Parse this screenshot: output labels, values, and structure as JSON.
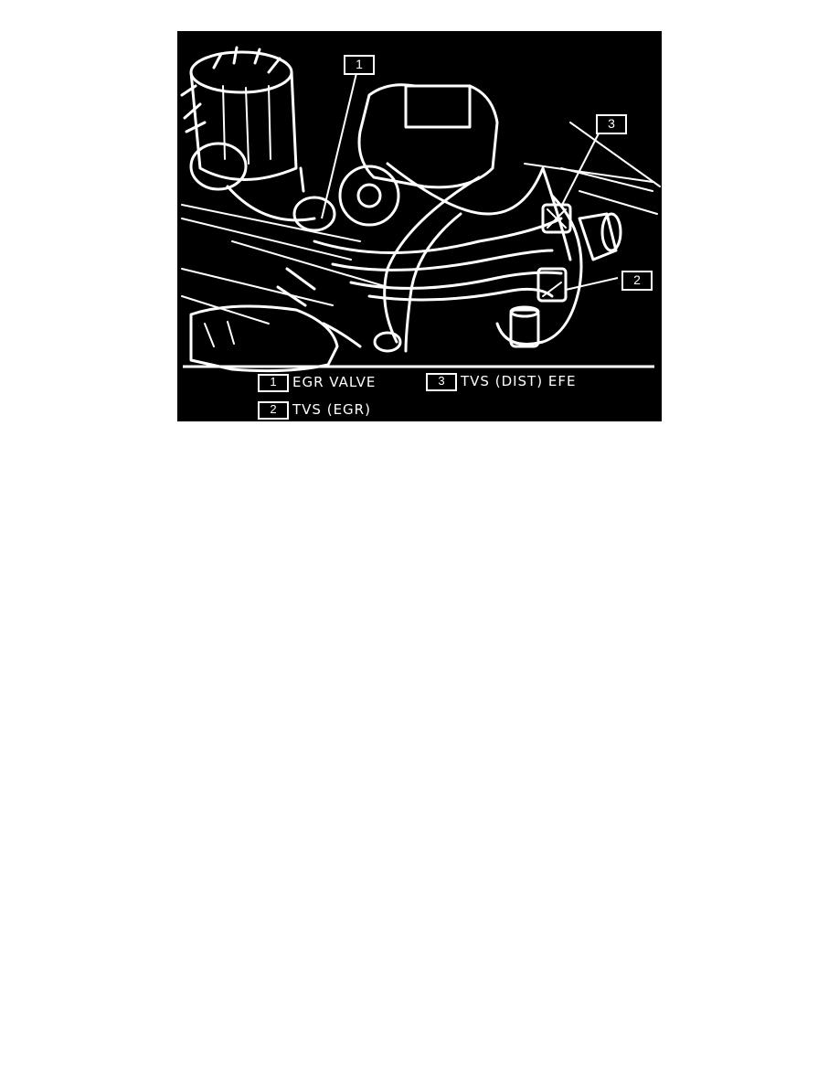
{
  "callouts": {
    "c1": "1",
    "c2": "2",
    "c3": "3"
  },
  "legend": [
    {
      "num": "1",
      "label": "EGR VALVE"
    },
    {
      "num": "2",
      "label": "TVS (EGR)"
    },
    {
      "num": "3",
      "label": "TVS (DIST) EFE"
    }
  ],
  "colors": {
    "background": "#000000",
    "line": "#ffffff",
    "page": "#ffffff"
  }
}
